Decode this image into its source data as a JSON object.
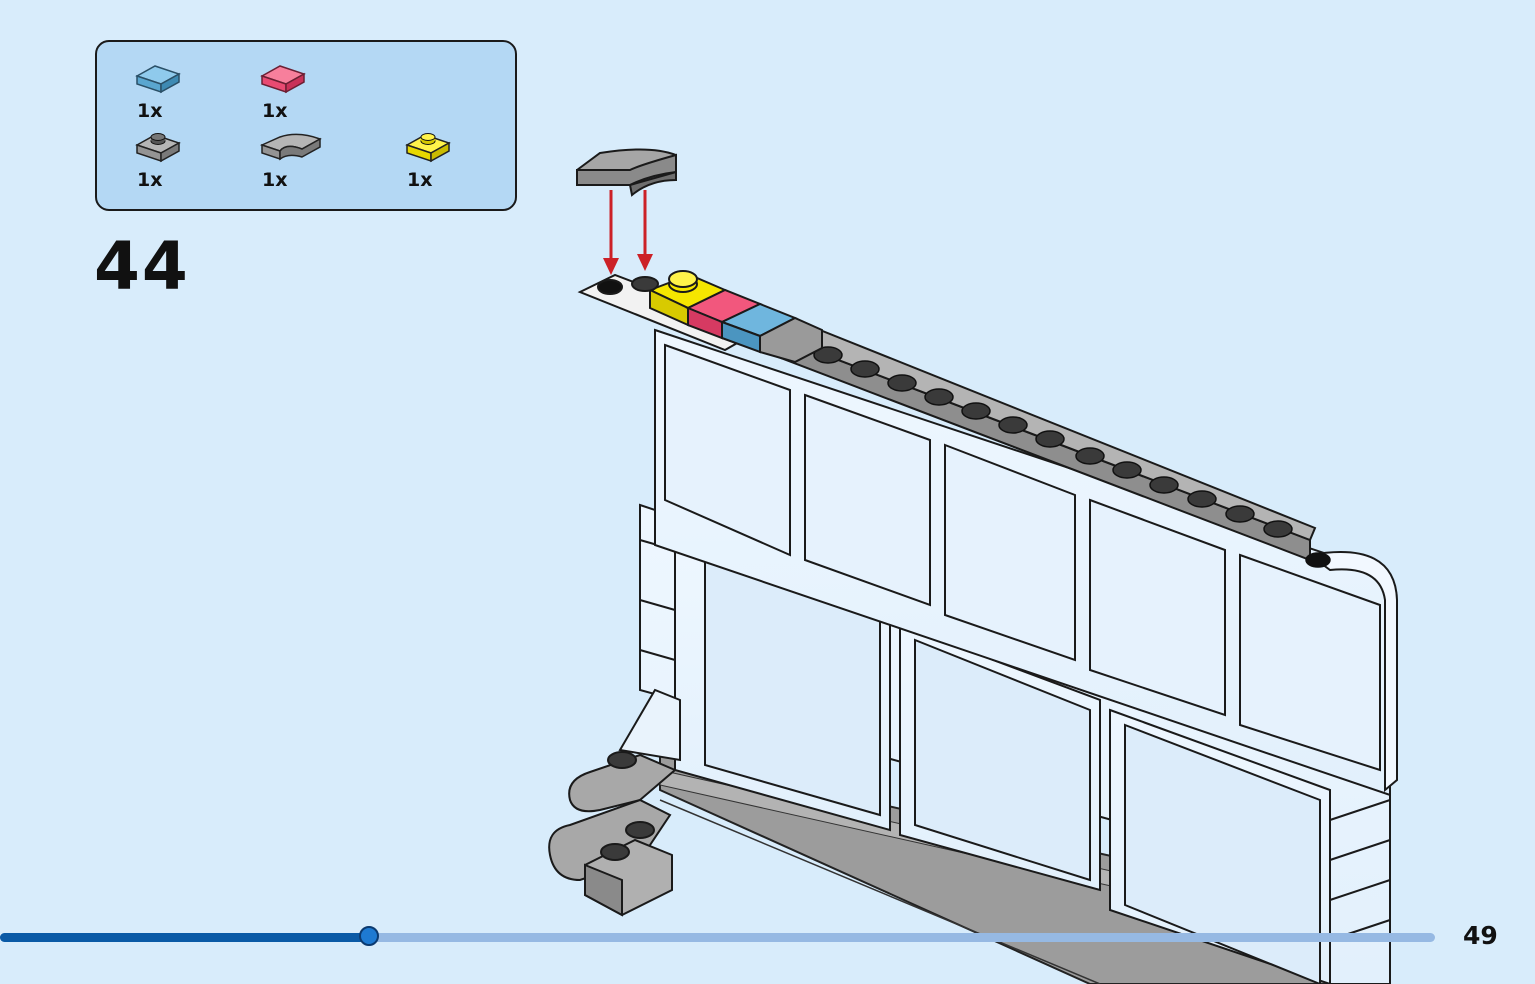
{
  "step_number": "44",
  "parts": [
    {
      "name": "blue-tile-1x1",
      "qty": "1x",
      "color": "#6fb6de"
    },
    {
      "name": "pink-tile-1x1",
      "qty": "1x",
      "color": "#f2577d"
    },
    {
      "name": "gray-plate-1x1",
      "qty": "1x",
      "color": "#9a9a9a"
    },
    {
      "name": "gray-curved-slope-2x1",
      "qty": "1x",
      "color": "#9a9a9a"
    },
    {
      "name": "yellow-plate-1x1",
      "qty": "1x",
      "color": "#f5e600"
    }
  ],
  "progress": {
    "fraction": 0.257
  },
  "page_number": "49",
  "colors": {
    "background": "#d8ecfb",
    "parts_box": "#b4d8f4",
    "arrow": "#cc2127",
    "progress_fill": "#0a5aa6",
    "progress_track": "#96b9e3"
  }
}
